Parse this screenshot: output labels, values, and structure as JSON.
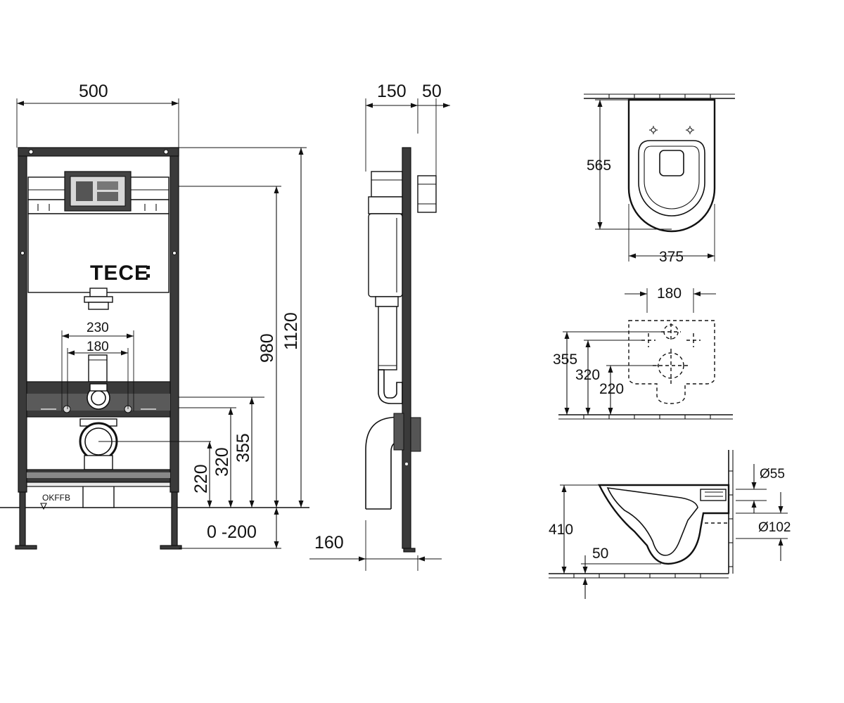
{
  "brand": "TECE",
  "floor_label": "OKFFB",
  "front_view": {
    "width": "500",
    "height_total": "1120",
    "height_cistern": "980",
    "flush_pipe_spacing": "230",
    "stud_spacing": "180",
    "height_355": "355",
    "height_320": "320",
    "height_220": "220",
    "floor_adjust": "0 -200"
  },
  "side_view": {
    "depth_frame": "150",
    "depth_button": "50",
    "depth_base": "160"
  },
  "bowl_top": {
    "length": "565",
    "width": "375"
  },
  "bowl_wall": {
    "stud_spacing": "180",
    "height_355": "355",
    "height_320": "320",
    "height_220": "220"
  },
  "bowl_side": {
    "height": "410",
    "offset": "50",
    "inlet_diameter": "Ø55",
    "outlet_diameter": "Ø102"
  }
}
